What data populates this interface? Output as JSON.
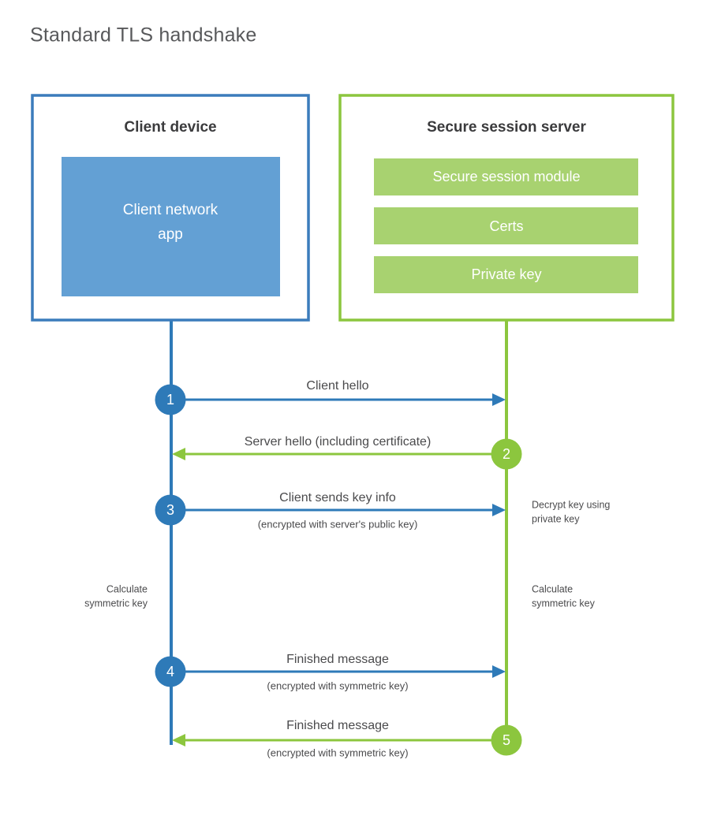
{
  "title": "Standard TLS handshake",
  "colors": {
    "client_border": "#3b7cbc",
    "client_fill": "#ffffff",
    "client_app_fill": "#63a0d4",
    "client_accent": "#2e7ab8",
    "server_border": "#8cc63e",
    "server_fill": "#ffffff",
    "server_module_fill": "#a8d270",
    "server_accent": "#8cc63e",
    "title_text": "#58595b",
    "body_text": "#4a4a4c",
    "panel_title_text": "#3b3b3d",
    "white": "#ffffff",
    "background": "#ffffff"
  },
  "panels": {
    "client": {
      "title": "Client device",
      "app_label_line1": "Client network",
      "app_label_line2": "app"
    },
    "server": {
      "title": "Secure session server",
      "modules": [
        {
          "label": "Secure session module"
        },
        {
          "label": "Certs"
        },
        {
          "label": "Private key"
        }
      ]
    }
  },
  "lifelines": [
    {
      "name": "client-lifeline",
      "side": "client"
    },
    {
      "name": "server-lifeline",
      "side": "server"
    }
  ],
  "steps": [
    {
      "number": "1",
      "label": "Client hello",
      "sublabel": "",
      "direction": "client-to-server",
      "origin": "client"
    },
    {
      "number": "2",
      "label": "Server hello (including certificate)",
      "sublabel": "",
      "direction": "server-to-client",
      "origin": "server"
    },
    {
      "number": "3",
      "label": "Client sends key info",
      "sublabel": "(encrypted with server's public key)",
      "direction": "client-to-server",
      "origin": "client"
    },
    {
      "number": "4",
      "label": "Finished message",
      "sublabel": "(encrypted with symmetric key)",
      "direction": "client-to-server",
      "origin": "client"
    },
    {
      "number": "5",
      "label": "Finished message",
      "sublabel": "(encrypted with symmetric key)",
      "direction": "server-to-client",
      "origin": "server"
    }
  ],
  "annotations": {
    "server_decrypt": {
      "line1": "Decrypt key using",
      "line2": "private key"
    },
    "client_calculate": {
      "line1": "Calculate",
      "line2": "symmetric key"
    },
    "server_calculate": {
      "line1": "Calculate",
      "line2": "symmetric key"
    }
  }
}
